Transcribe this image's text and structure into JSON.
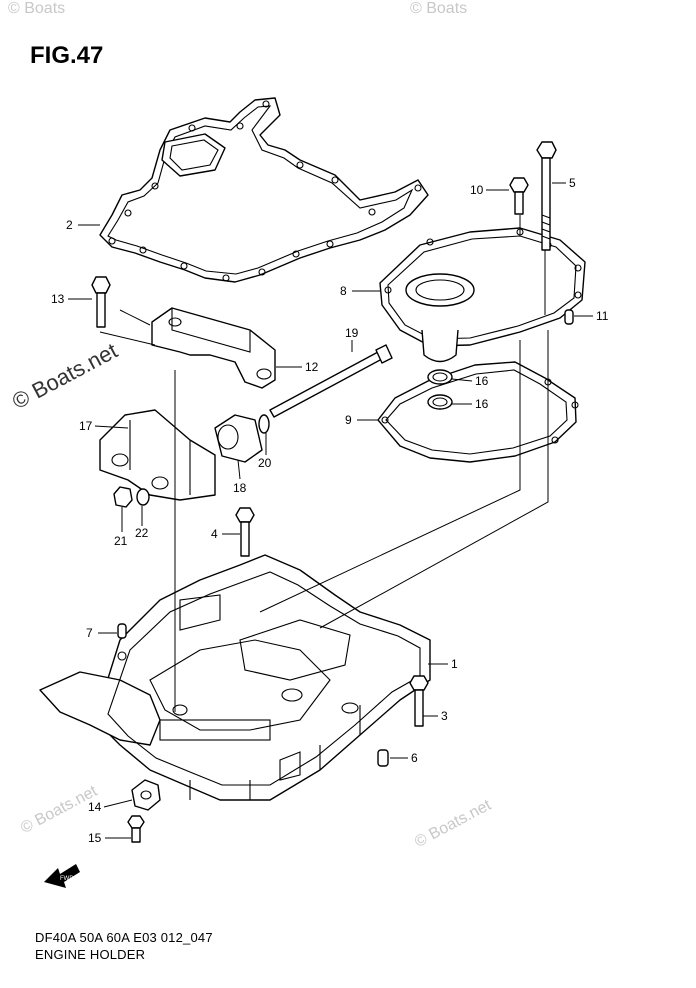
{
  "figure": {
    "title": "FIG.47",
    "caption_line1": "DF40A 50A 60A E03 012_047",
    "caption_line2": "ENGINE HOLDER"
  },
  "watermarks": {
    "main": "© Boats.net",
    "faint_top_left": "© Boats",
    "faint_top_right": "© Boats",
    "faint_bottom_left": "© Boats.net",
    "faint_bottom_right": "© Boats.net"
  },
  "fwd_marker": "FWD",
  "callouts": [
    "1",
    "2",
    "3",
    "4",
    "5",
    "6",
    "7",
    "8",
    "9",
    "10",
    "11",
    "12",
    "13",
    "14",
    "15",
    "16",
    "16",
    "17",
    "18",
    "19",
    "20",
    "21",
    "22"
  ]
}
